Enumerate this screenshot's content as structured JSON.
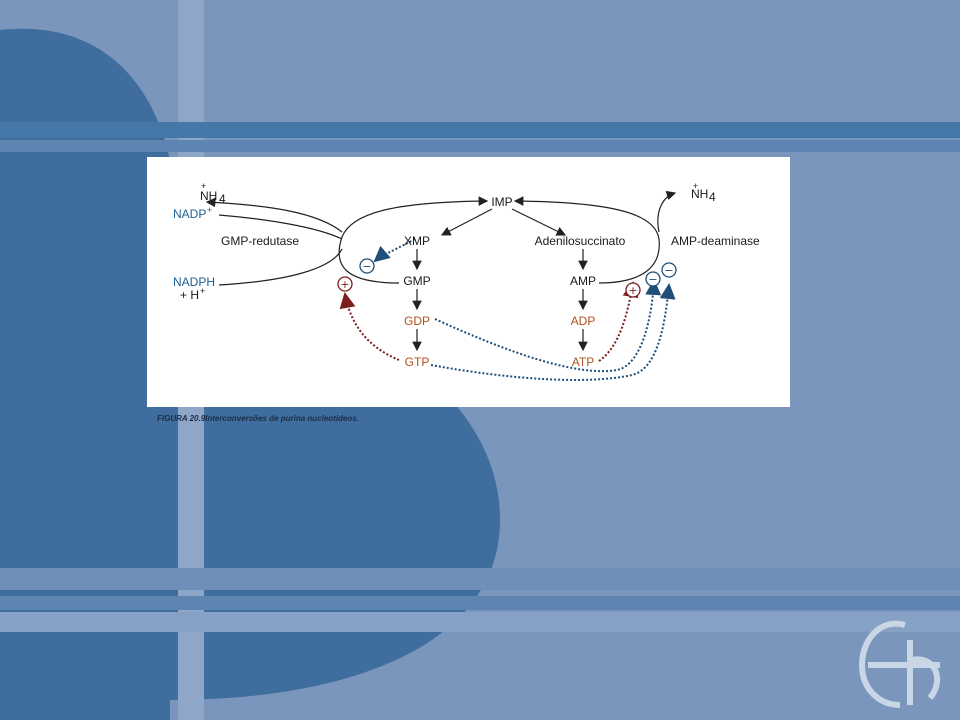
{
  "colors": {
    "background": "#4a74a4",
    "panel": "#ffffff",
    "inhibition": "#1f5f8f",
    "activation": "#8b2323",
    "guanine_series": "#b0501e"
  },
  "diagram": {
    "nodes": {
      "imp": "IMP",
      "xmp": "XMP",
      "gmp": "GMP",
      "gdp": "GDP",
      "gtp": "GTP",
      "adenylosuccinate": "Adenilosuccinato",
      "amp": "AMP",
      "adp": "ADP",
      "atp": "ATP",
      "nh4_left": "NH",
      "nh4_left_sub": "4",
      "nh4_right": "NH",
      "nh4_right_sub": "4",
      "nadp": "NADP",
      "nadph": "NADPH",
      "h_plus": "+ H"
    },
    "enzymes": {
      "gmp_reductase": "GMP-redutase",
      "amp_deaminase": "AMP-deaminase"
    },
    "regulation_signs": {
      "plus": "+",
      "minus": "−"
    },
    "charge": "+"
  },
  "caption": "FIGURA 20.9Interconversões de purina nucleotídeos."
}
